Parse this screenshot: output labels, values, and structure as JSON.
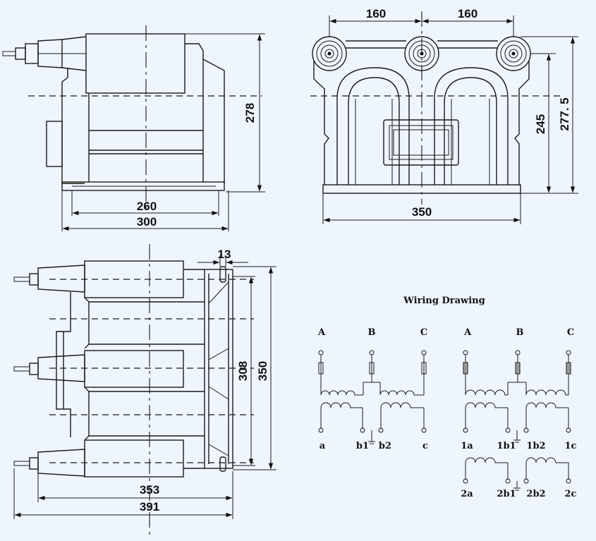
{
  "front_view": {
    "dim_base": "260",
    "dim_overall": "300",
    "dim_height": "278"
  },
  "top_view": {
    "dim_left_pitch": "160",
    "dim_right_pitch": "160",
    "dim_width": "350",
    "dim_mid_height": "245",
    "dim_total_height": "277. 5"
  },
  "side_view": {
    "dim_slot": "13",
    "dim_inner_height": "308",
    "dim_outer_height": "350",
    "dim_inner_width": "353",
    "dim_outer_width": "391"
  },
  "wiring": {
    "title": "Wiring Drawing",
    "left_phases": [
      "A",
      "B",
      "C"
    ],
    "left_terminals": [
      "a",
      "b1",
      "b2",
      "c"
    ],
    "right_phases": [
      "A",
      "B",
      "C"
    ],
    "right_terminals_1": [
      "1a",
      "1b1",
      "1b2",
      "1c"
    ],
    "right_terminals_2": [
      "2a",
      "2b1",
      "2b2",
      "2c"
    ]
  }
}
